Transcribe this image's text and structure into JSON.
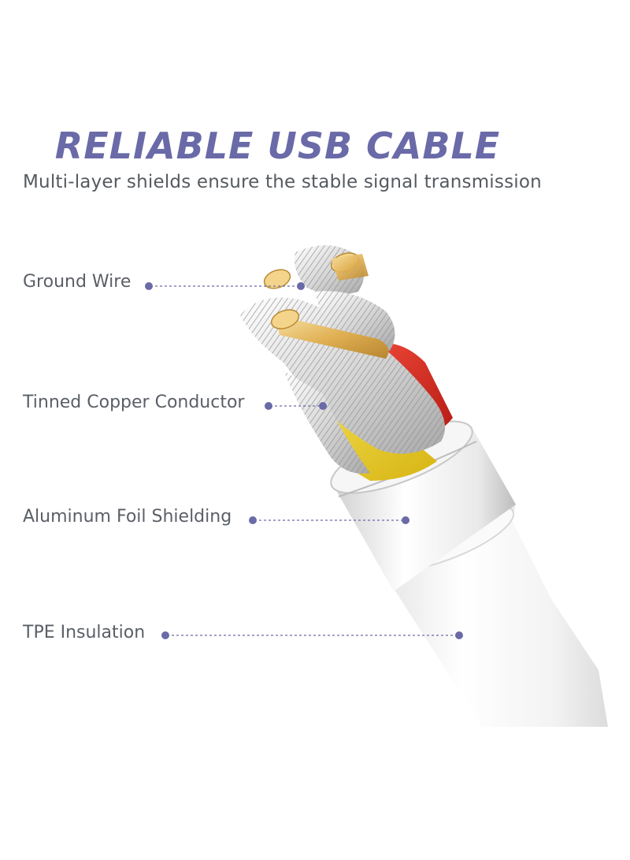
{
  "header": {
    "title": "RELIABLE USB CABLE",
    "subtitle": "Multi-layer shields ensure the stable signal transmission"
  },
  "callouts": [
    {
      "label": "Ground Wire"
    },
    {
      "label": "Tinned Copper Conductor"
    },
    {
      "label": "Aluminum Foil Shielding"
    },
    {
      "label": "TPE Insulation"
    }
  ],
  "colors": {
    "title": "#6a6aa8",
    "marker": "#6a6aa8",
    "text": "#5a5f66",
    "red_wire": "#d9261c",
    "yellow_wire": "#f0d020",
    "gold_strand": "#e2b860",
    "jacket": "#f4f4f4"
  }
}
